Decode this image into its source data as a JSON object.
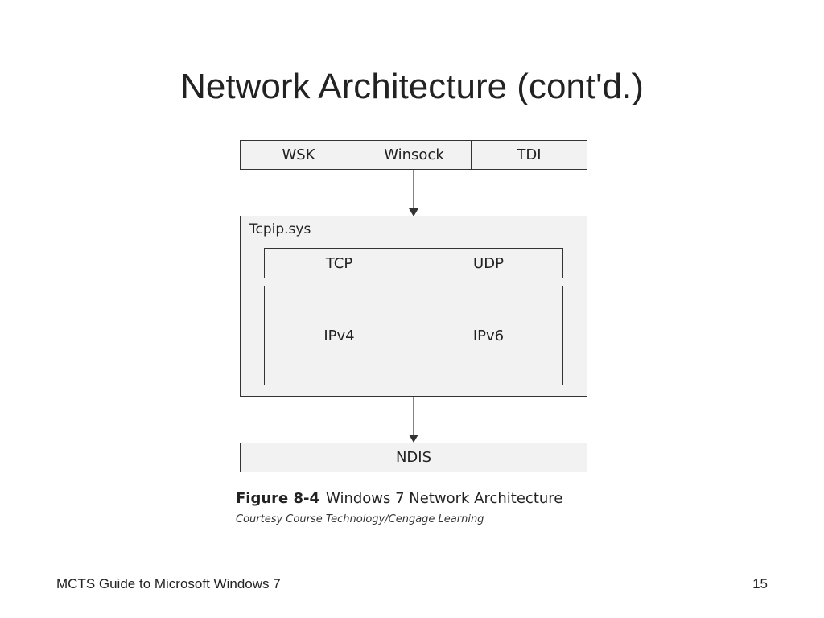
{
  "slide": {
    "title": "Network Architecture (cont'd.)",
    "footer_text": "MCTS Guide to Microsoft Windows 7",
    "page_number": "15"
  },
  "diagram": {
    "top_layer": [
      "WSK",
      "Winsock",
      "TDI"
    ],
    "container_label": "Tcpip.sys",
    "transport_layer": [
      "TCP",
      "UDP"
    ],
    "network_layer": [
      "IPv4",
      "IPv6"
    ],
    "bottom_layer": "NDIS"
  },
  "figure": {
    "number": "Figure 8-4",
    "caption": "Windows 7 Network Architecture",
    "credit": "Courtesy Course Technology/Cengage Learning"
  },
  "colors": {
    "box_fill": "#f2f2f2",
    "border": "#333333",
    "text": "#222222"
  }
}
